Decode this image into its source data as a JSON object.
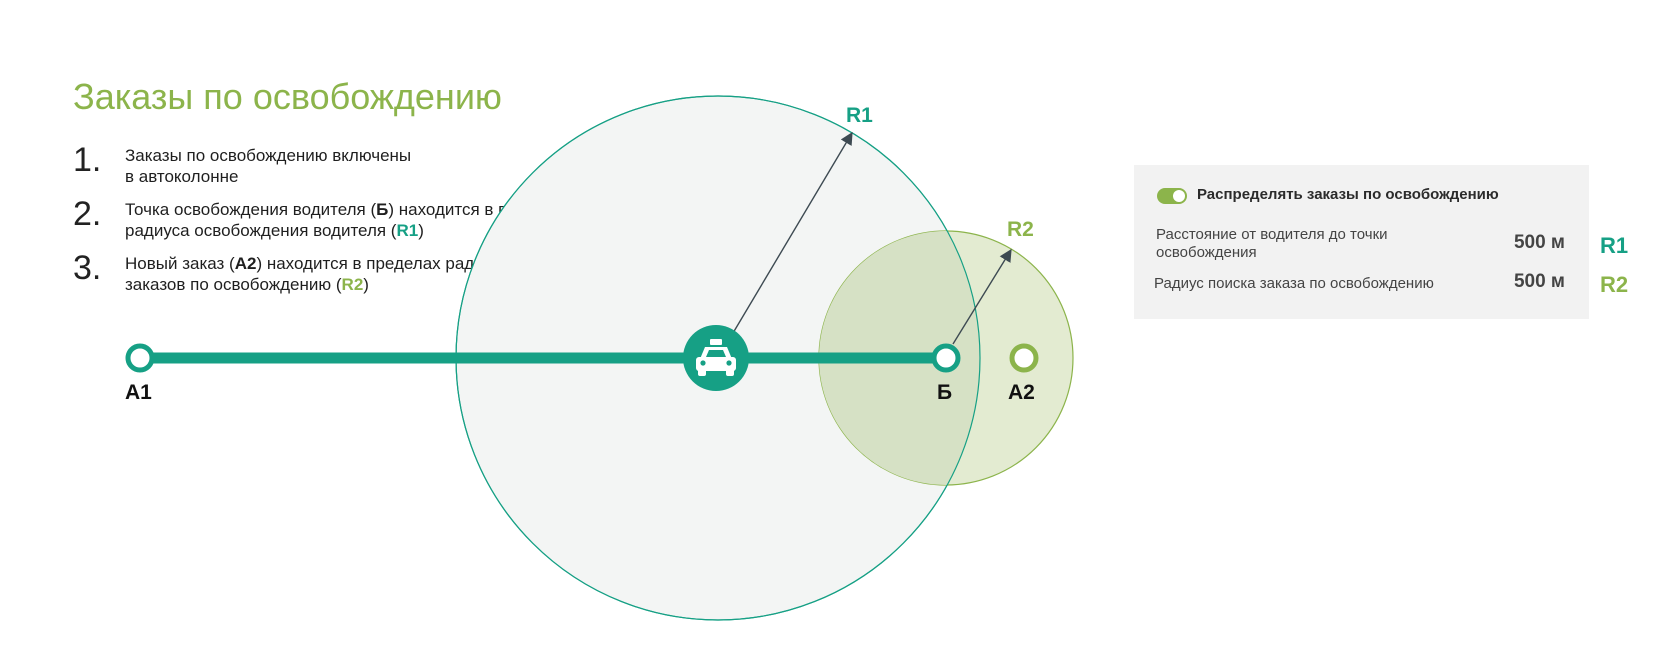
{
  "title": "Заказы по освобождению",
  "steps": [
    {
      "number": "1.",
      "line1": "Заказы по освобождению включены",
      "line2": "в автоколонне"
    },
    {
      "number": "2.",
      "line1_pre": "Точка освобождения водителя (",
      "line1_bold": "Б",
      "line1_post": ") находится в пределах",
      "line2_pre": "радиуса освобождения водителя (",
      "line2_tag": "R1",
      "line2_post": ")"
    },
    {
      "number": "3.",
      "line1_pre": "Новый заказ (",
      "line1_bold": "A2",
      "line1_post": ") находится в пределах радиуса поиска",
      "line2_pre": "заказов по освобождению (",
      "line2_tag": "R2",
      "line2_post": ")"
    }
  ],
  "diagram": {
    "points": {
      "a1": "A1",
      "b": "Б",
      "a2": "A2"
    },
    "radius_labels": {
      "r1": "R1",
      "r2": "R2"
    },
    "icons": {
      "driver": "taxi-car-icon"
    }
  },
  "settings_panel": {
    "toggle_label": "Распределять заказы по освобождению",
    "toggle_on": true,
    "rows": [
      {
        "label_line1": "Расстояние от водителя до точки",
        "label_line2": "освобождения",
        "value": "500 м",
        "tag": "R1"
      },
      {
        "label_line1": "Радиус поиска заказа по освобождению",
        "label_line2": "",
        "value": "500 м",
        "tag": "R2"
      }
    ]
  },
  "colors": {
    "teal": "#16a085",
    "green": "#8cb44b",
    "big_circle_fill": "#f3f5f4",
    "small_circle_fill": "#e3ebd1",
    "overlap_fill": "#dae4cb",
    "panel_bg": "#f2f2f2"
  }
}
